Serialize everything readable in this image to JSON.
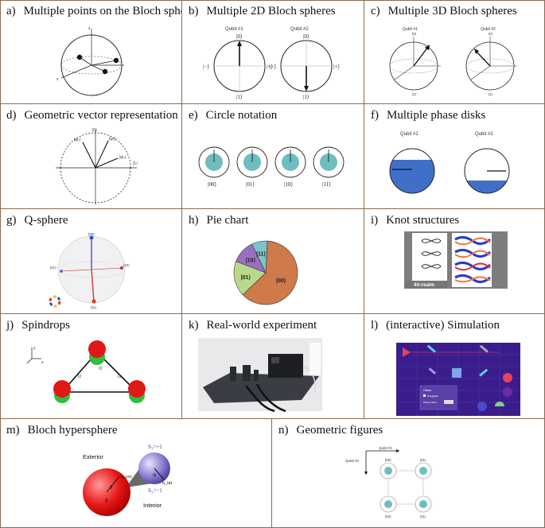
{
  "panels": {
    "a": {
      "label": "a)",
      "title": "Multiple points on the Bloch sphere",
      "axis_z": "z",
      "axis_x": "x",
      "axis_y": "y"
    },
    "b": {
      "label": "b)",
      "title": "Multiple 2D Bloch spheres",
      "qubit1": "Qubit #1",
      "qubit2": "Qubit #2",
      "ket0": "|0⟩",
      "ket1": "|1⟩",
      "ketm": "|−⟩",
      "ketp": "|+⟩"
    },
    "c": {
      "label": "c)",
      "title": "Multiple 3D Bloch spheres",
      "qubit1": "Qubit #1",
      "qubit2": "Qubit #2",
      "ket0": "|0⟩",
      "ket1": "|1⟩"
    },
    "d": {
      "label": "d)",
      "title": "Geometric vector representation",
      "ket0": "|0⟩",
      "ket1": "|1⟩",
      "psi1": "|ψ₁⟩",
      "psi2": "|ψ₂⟩",
      "psi3": "|ψ₃⟩"
    },
    "e": {
      "label": "e)",
      "title": "Circle notation",
      "kets": [
        "|00⟩",
        "|01⟩",
        "|10⟩",
        "|11⟩"
      ]
    },
    "f": {
      "label": "f)",
      "title": "Multiple phase disks",
      "qubit1": "Qubit #1",
      "qubit2": "Qubit #2"
    },
    "g": {
      "label": "g)",
      "title": "Q-sphere",
      "k00": "|00⟩",
      "k01": "|01⟩",
      "k10": "|10⟩",
      "k11": "|11⟩"
    },
    "h": {
      "label": "h)",
      "title": "Pie chart"
    },
    "i": {
      "label": "i)",
      "title": "Knot structures",
      "realm": "4π-realm"
    },
    "j": {
      "label": "j)",
      "title": "Spindrops",
      "x": "x",
      "y": "y",
      "e1": "I3",
      "e2": "I2",
      "e3": "I1"
    },
    "k": {
      "label": "k)",
      "title": "Real-world experiment"
    },
    "l": {
      "label": "l)",
      "title": "(interactive) Simulation",
      "popup_title": "Glass",
      "popup_row1": "Draggable",
      "popup_row2": "Phase shift θ"
    },
    "m": {
      "label": "m)",
      "title": "Bloch hypersphere",
      "exterior": "Exterior",
      "interior": "Interior",
      "s3p": "S₃=+1",
      "s3m": "S₃=−1",
      "next": "n_ext",
      "nint": "n_int",
      "theta": "θ",
      "phi": "ϕ",
      "psi": "ψ"
    },
    "n": {
      "label": "n)",
      "title": "Geometric figures",
      "q1": "Qubit #1",
      "q2": "Qubit #2",
      "kets": [
        "|00⟩",
        "|01⟩",
        "|10⟩",
        "|11⟩"
      ]
    }
  },
  "chart_data": {
    "type": "pie",
    "categories": [
      "|00⟩",
      "|01⟩",
      "|10⟩",
      "|11⟩"
    ],
    "values": [
      0.62,
      0.18,
      0.12,
      0.08
    ],
    "colors": [
      "#cf7a4a",
      "#b9d98a",
      "#9a6fc2",
      "#7fc3c8"
    ]
  }
}
